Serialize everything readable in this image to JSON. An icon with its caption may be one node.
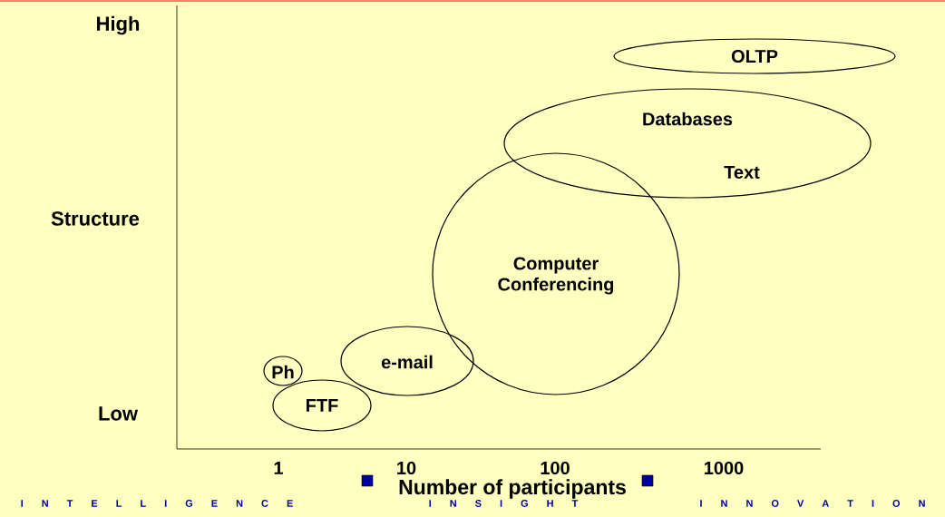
{
  "diagram": {
    "nodes": [
      {
        "text": [
          "OLTP"
        ]
      },
      {
        "text": [
          "Databases",
          "Text"
        ]
      },
      {
        "text": [
          "Computer Conferencing"
        ]
      },
      {
        "text": [
          "e-mail"
        ]
      },
      {
        "text": [
          "Ph"
        ]
      },
      {
        "text": [
          "FTF"
        ]
      }
    ],
    "labels": [
      "High",
      "Structure",
      "Low",
      "1",
      "10",
      "100",
      "1000",
      "Number of participants",
      "I N T E L L I G E N C E",
      "I N S I G H T",
      "I N N O V A T I O N"
    ]
  }
}
